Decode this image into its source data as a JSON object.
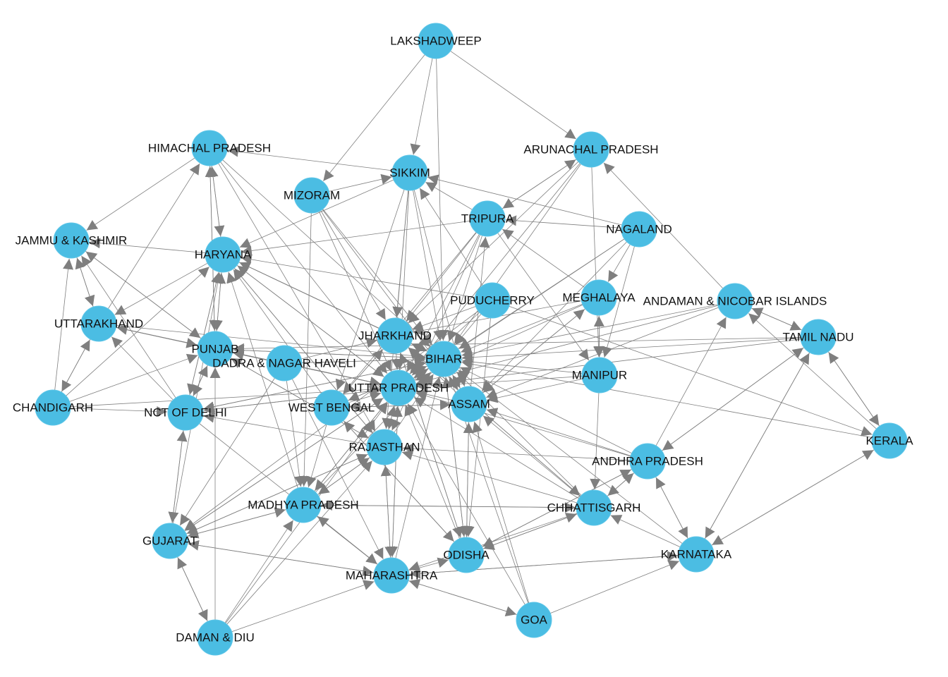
{
  "colors": {
    "node_fill": "#4bbde3",
    "edge": "#7f7f7f",
    "label": "#111111",
    "background": "#ffffff"
  },
  "graph": {
    "directed": true,
    "nodes": [
      {
        "id": "lakshadweep",
        "label": "LAKSHADWEEP"
      },
      {
        "id": "himachal",
        "label": "HIMACHAL PRADESH"
      },
      {
        "id": "sikkim",
        "label": "SIKKIM"
      },
      {
        "id": "arunachal",
        "label": "ARUNACHAL PRADESH"
      },
      {
        "id": "mizoram",
        "label": "MIZORAM"
      },
      {
        "id": "tripura",
        "label": "TRIPURA"
      },
      {
        "id": "nagaland",
        "label": "NAGALAND"
      },
      {
        "id": "jk",
        "label": "JAMMU & KASHMIR"
      },
      {
        "id": "haryana",
        "label": "HARYANA"
      },
      {
        "id": "puducherry",
        "label": "PUDUCHERRY"
      },
      {
        "id": "meghalaya",
        "label": "MEGHALAYA"
      },
      {
        "id": "andaman",
        "label": "ANDAMAN & NICOBAR ISLANDS"
      },
      {
        "id": "uttarakhand",
        "label": "UTTARAKHAND"
      },
      {
        "id": "jharkhand",
        "label": "JHARKHAND"
      },
      {
        "id": "tamilnadu",
        "label": "TAMIL NADU"
      },
      {
        "id": "punjab",
        "label": "PUNJAB"
      },
      {
        "id": "dadra",
        "label": "DADRA & NAGAR HAVELI"
      },
      {
        "id": "bihar",
        "label": "BIHAR"
      },
      {
        "id": "manipur",
        "label": "MANIPUR"
      },
      {
        "id": "up",
        "label": "UTTAR PRADESH"
      },
      {
        "id": "chandigarh",
        "label": "CHANDIGARH"
      },
      {
        "id": "delhi",
        "label": "NCT OF DELHI"
      },
      {
        "id": "westbengal",
        "label": "WEST BENGAL"
      },
      {
        "id": "assam",
        "label": "ASSAM"
      },
      {
        "id": "kerala",
        "label": "KERALA"
      },
      {
        "id": "rajasthan",
        "label": "RAJASTHAN"
      },
      {
        "id": "andhra",
        "label": "ANDHRA PRADESH"
      },
      {
        "id": "mp",
        "label": "MADHYA PRADESH"
      },
      {
        "id": "chhattisgarh",
        "label": "CHHATTISGARH"
      },
      {
        "id": "gujarat",
        "label": "GUJARAT"
      },
      {
        "id": "odisha",
        "label": "ODISHA"
      },
      {
        "id": "karnataka",
        "label": "KARNATAKA"
      },
      {
        "id": "maharashtra",
        "label": "MAHARASHTRA"
      },
      {
        "id": "goa",
        "label": "GOA"
      },
      {
        "id": "daman",
        "label": "DAMAN & DIU"
      }
    ],
    "edges": [
      [
        "lakshadweep",
        "mizoram"
      ],
      [
        "lakshadweep",
        "sikkim"
      ],
      [
        "lakshadweep",
        "arunachal"
      ],
      [
        "lakshadweep",
        "bihar"
      ],
      [
        "himachal",
        "jk"
      ],
      [
        "himachal",
        "haryana"
      ],
      [
        "himachal",
        "punjab"
      ],
      [
        "himachal",
        "bihar"
      ],
      [
        "himachal",
        "up"
      ],
      [
        "himachal",
        "rajasthan"
      ],
      [
        "sikkim",
        "himachal"
      ],
      [
        "sikkim",
        "haryana"
      ],
      [
        "sikkim",
        "jharkhand"
      ],
      [
        "sikkim",
        "bihar"
      ],
      [
        "sikkim",
        "up"
      ],
      [
        "sikkim",
        "assam"
      ],
      [
        "sikkim",
        "westbengal"
      ],
      [
        "sikkim",
        "rajasthan"
      ],
      [
        "arunachal",
        "tripura"
      ],
      [
        "arunachal",
        "jharkhand"
      ],
      [
        "arunachal",
        "bihar"
      ],
      [
        "arunachal",
        "up"
      ],
      [
        "arunachal",
        "manipur"
      ],
      [
        "mizoram",
        "sikkim"
      ],
      [
        "mizoram",
        "bihar"
      ],
      [
        "mizoram",
        "up"
      ],
      [
        "mizoram",
        "jharkhand"
      ],
      [
        "mizoram",
        "mp"
      ],
      [
        "mizoram",
        "assam"
      ],
      [
        "tripura",
        "sikkim"
      ],
      [
        "tripura",
        "arunachal"
      ],
      [
        "tripura",
        "haryana"
      ],
      [
        "tripura",
        "bihar"
      ],
      [
        "tripura",
        "up"
      ],
      [
        "tripura",
        "jharkhand"
      ],
      [
        "tripura",
        "westbengal"
      ],
      [
        "tripura",
        "rajasthan"
      ],
      [
        "tripura",
        "manipur"
      ],
      [
        "nagaland",
        "tripura"
      ],
      [
        "nagaland",
        "sikkim"
      ],
      [
        "nagaland",
        "bihar"
      ],
      [
        "nagaland",
        "up"
      ],
      [
        "nagaland",
        "assam"
      ],
      [
        "nagaland",
        "manipur"
      ],
      [
        "nagaland",
        "meghalaya"
      ],
      [
        "jk",
        "punjab"
      ],
      [
        "jk",
        "uttarakhand"
      ],
      [
        "haryana",
        "himachal"
      ],
      [
        "haryana",
        "punjab"
      ],
      [
        "haryana",
        "up"
      ],
      [
        "haryana",
        "bihar"
      ],
      [
        "haryana",
        "jk"
      ],
      [
        "haryana",
        "uttarakhand"
      ],
      [
        "haryana",
        "delhi"
      ],
      [
        "haryana",
        "rajasthan"
      ],
      [
        "puducherry",
        "sikkim"
      ],
      [
        "puducherry",
        "haryana"
      ],
      [
        "puducherry",
        "bihar"
      ],
      [
        "puducherry",
        "up"
      ],
      [
        "puducherry",
        "jharkhand"
      ],
      [
        "puducherry",
        "odisha"
      ],
      [
        "puducherry",
        "kerala"
      ],
      [
        "puducherry",
        "gujarat"
      ],
      [
        "meghalaya",
        "tripura"
      ],
      [
        "meghalaya",
        "bihar"
      ],
      [
        "meghalaya",
        "up"
      ],
      [
        "meghalaya",
        "assam"
      ],
      [
        "meghalaya",
        "manipur"
      ],
      [
        "meghalaya",
        "jharkhand"
      ],
      [
        "andaman",
        "arunachal"
      ],
      [
        "andaman",
        "bihar"
      ],
      [
        "andaman",
        "up"
      ],
      [
        "andaman",
        "assam"
      ],
      [
        "andaman",
        "tamilnadu"
      ],
      [
        "uttarakhand",
        "himachal"
      ],
      [
        "uttarakhand",
        "jk"
      ],
      [
        "uttarakhand",
        "up"
      ],
      [
        "uttarakhand",
        "bihar"
      ],
      [
        "uttarakhand",
        "punjab"
      ],
      [
        "uttarakhand",
        "chandigarh"
      ],
      [
        "jharkhand",
        "bihar"
      ],
      [
        "jharkhand",
        "up"
      ],
      [
        "jharkhand",
        "westbengal"
      ],
      [
        "jharkhand",
        "odisha"
      ],
      [
        "jharkhand",
        "chhattisgarh"
      ],
      [
        "jharkhand",
        "haryana"
      ],
      [
        "tamilnadu",
        "andaman"
      ],
      [
        "tamilnadu",
        "kerala"
      ],
      [
        "tamilnadu",
        "karnataka"
      ],
      [
        "tamilnadu",
        "andhra"
      ],
      [
        "tamilnadu",
        "bihar"
      ],
      [
        "tamilnadu",
        "up"
      ],
      [
        "tamilnadu",
        "punjab"
      ],
      [
        "punjab",
        "haryana"
      ],
      [
        "punjab",
        "himachal"
      ],
      [
        "punjab",
        "jk"
      ],
      [
        "punjab",
        "delhi"
      ],
      [
        "punjab",
        "up"
      ],
      [
        "punjab",
        "bihar"
      ],
      [
        "punjab",
        "rajasthan"
      ],
      [
        "dadra",
        "bihar"
      ],
      [
        "dadra",
        "up"
      ],
      [
        "dadra",
        "gujarat"
      ],
      [
        "dadra",
        "mp"
      ],
      [
        "dadra",
        "maharashtra"
      ],
      [
        "dadra",
        "jharkhand"
      ],
      [
        "bihar",
        "up"
      ],
      [
        "bihar",
        "jharkhand"
      ],
      [
        "bihar",
        "westbengal"
      ],
      [
        "bihar",
        "assam"
      ],
      [
        "bihar",
        "delhi"
      ],
      [
        "bihar",
        "haryana"
      ],
      [
        "bihar",
        "punjab"
      ],
      [
        "bihar",
        "odisha"
      ],
      [
        "manipur",
        "bihar"
      ],
      [
        "manipur",
        "up"
      ],
      [
        "manipur",
        "assam"
      ],
      [
        "manipur",
        "meghalaya"
      ],
      [
        "manipur",
        "chhattisgarh"
      ],
      [
        "up",
        "bihar"
      ],
      [
        "up",
        "delhi"
      ],
      [
        "up",
        "haryana"
      ],
      [
        "up",
        "punjab"
      ],
      [
        "up",
        "uttarakhand"
      ],
      [
        "up",
        "rajasthan"
      ],
      [
        "up",
        "mp"
      ],
      [
        "up",
        "maharashtra"
      ],
      [
        "up",
        "gujarat"
      ],
      [
        "chandigarh",
        "jk"
      ],
      [
        "chandigarh",
        "uttarakhand"
      ],
      [
        "chandigarh",
        "punjab"
      ],
      [
        "chandigarh",
        "haryana"
      ],
      [
        "chandigarh",
        "delhi"
      ],
      [
        "chandigarh",
        "up"
      ],
      [
        "delhi",
        "haryana"
      ],
      [
        "delhi",
        "up"
      ],
      [
        "delhi",
        "bihar"
      ],
      [
        "delhi",
        "punjab"
      ],
      [
        "delhi",
        "uttarakhand"
      ],
      [
        "delhi",
        "gujarat"
      ],
      [
        "delhi",
        "maharashtra"
      ],
      [
        "delhi",
        "jk"
      ],
      [
        "westbengal",
        "bihar"
      ],
      [
        "westbengal",
        "jharkhand"
      ],
      [
        "westbengal",
        "assam"
      ],
      [
        "westbengal",
        "odisha"
      ],
      [
        "westbengal",
        "up"
      ],
      [
        "westbengal",
        "haryana"
      ],
      [
        "westbengal",
        "mp"
      ],
      [
        "assam",
        "bihar"
      ],
      [
        "assam",
        "up"
      ],
      [
        "assam",
        "westbengal"
      ],
      [
        "assam",
        "tripura"
      ],
      [
        "assam",
        "meghalaya"
      ],
      [
        "assam",
        "odisha"
      ],
      [
        "assam",
        "jharkhand"
      ],
      [
        "kerala",
        "tamilnadu"
      ],
      [
        "kerala",
        "karnataka"
      ],
      [
        "kerala",
        "bihar"
      ],
      [
        "kerala",
        "andaman"
      ],
      [
        "rajasthan",
        "up"
      ],
      [
        "rajasthan",
        "bihar"
      ],
      [
        "rajasthan",
        "haryana"
      ],
      [
        "rajasthan",
        "gujarat"
      ],
      [
        "rajasthan",
        "mp"
      ],
      [
        "rajasthan",
        "delhi"
      ],
      [
        "rajasthan",
        "punjab"
      ],
      [
        "rajasthan",
        "maharashtra"
      ],
      [
        "andhra",
        "bihar"
      ],
      [
        "andhra",
        "up"
      ],
      [
        "andhra",
        "odisha"
      ],
      [
        "andhra",
        "chhattisgarh"
      ],
      [
        "andhra",
        "karnataka"
      ],
      [
        "andhra",
        "tamilnadu"
      ],
      [
        "andhra",
        "assam"
      ],
      [
        "andhra",
        "andaman"
      ],
      [
        "andhra",
        "rajasthan"
      ],
      [
        "mp",
        "up"
      ],
      [
        "mp",
        "bihar"
      ],
      [
        "mp",
        "rajasthan"
      ],
      [
        "mp",
        "maharashtra"
      ],
      [
        "mp",
        "chhattisgarh"
      ],
      [
        "mp",
        "gujarat"
      ],
      [
        "mp",
        "haryana"
      ],
      [
        "chhattisgarh",
        "bihar"
      ],
      [
        "chhattisgarh",
        "up"
      ],
      [
        "chhattisgarh",
        "odisha"
      ],
      [
        "chhattisgarh",
        "jharkhand"
      ],
      [
        "chhattisgarh",
        "mp"
      ],
      [
        "chhattisgarh",
        "maharashtra"
      ],
      [
        "chhattisgarh",
        "andhra"
      ],
      [
        "chhattisgarh",
        "rajasthan"
      ],
      [
        "chhattisgarh",
        "assam"
      ],
      [
        "gujarat",
        "rajasthan"
      ],
      [
        "gujarat",
        "delhi"
      ],
      [
        "gujarat",
        "maharashtra"
      ],
      [
        "gujarat",
        "daman"
      ],
      [
        "gujarat",
        "mp"
      ],
      [
        "gujarat",
        "up"
      ],
      [
        "gujarat",
        "haryana"
      ],
      [
        "odisha",
        "bihar"
      ],
      [
        "odisha",
        "jharkhand"
      ],
      [
        "odisha",
        "westbengal"
      ],
      [
        "odisha",
        "chhattisgarh"
      ],
      [
        "odisha",
        "up"
      ],
      [
        "odisha",
        "assam"
      ],
      [
        "odisha",
        "andhra"
      ],
      [
        "karnataka",
        "tamilnadu"
      ],
      [
        "karnataka",
        "kerala"
      ],
      [
        "karnataka",
        "andhra"
      ],
      [
        "karnataka",
        "maharashtra"
      ],
      [
        "karnataka",
        "chhattisgarh"
      ],
      [
        "karnataka",
        "bihar"
      ],
      [
        "maharashtra",
        "up"
      ],
      [
        "maharashtra",
        "bihar"
      ],
      [
        "maharashtra",
        "rajasthan"
      ],
      [
        "maharashtra",
        "gujarat"
      ],
      [
        "maharashtra",
        "mp"
      ],
      [
        "maharashtra",
        "goa"
      ],
      [
        "maharashtra",
        "karnataka"
      ],
      [
        "maharashtra",
        "odisha"
      ],
      [
        "goa",
        "maharashtra"
      ],
      [
        "goa",
        "karnataka"
      ],
      [
        "goa",
        "bihar"
      ],
      [
        "goa",
        "up"
      ],
      [
        "goa",
        "assam"
      ],
      [
        "daman",
        "gujarat"
      ],
      [
        "daman",
        "maharashtra"
      ],
      [
        "daman",
        "mp"
      ],
      [
        "daman",
        "rajasthan"
      ],
      [
        "daman",
        "up"
      ],
      [
        "daman",
        "punjab"
      ]
    ]
  }
}
